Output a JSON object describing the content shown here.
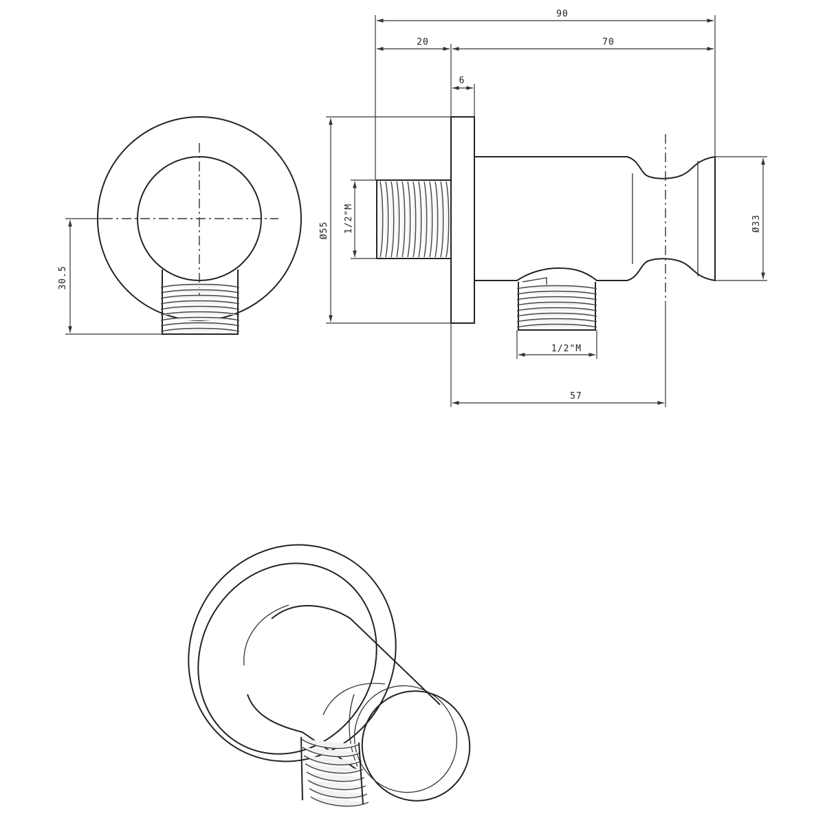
{
  "dimensions": {
    "overall_length": "90",
    "plate_offset": "20",
    "body_length": "70",
    "plate_thickness": "6",
    "plate_diameter": "Ø55",
    "holder_diameter": "Ø33",
    "inlet_thread": "1/2\"M",
    "outlet_thread": "1/2\"M",
    "outlet_position": "57",
    "outlet_height": "30.5"
  }
}
